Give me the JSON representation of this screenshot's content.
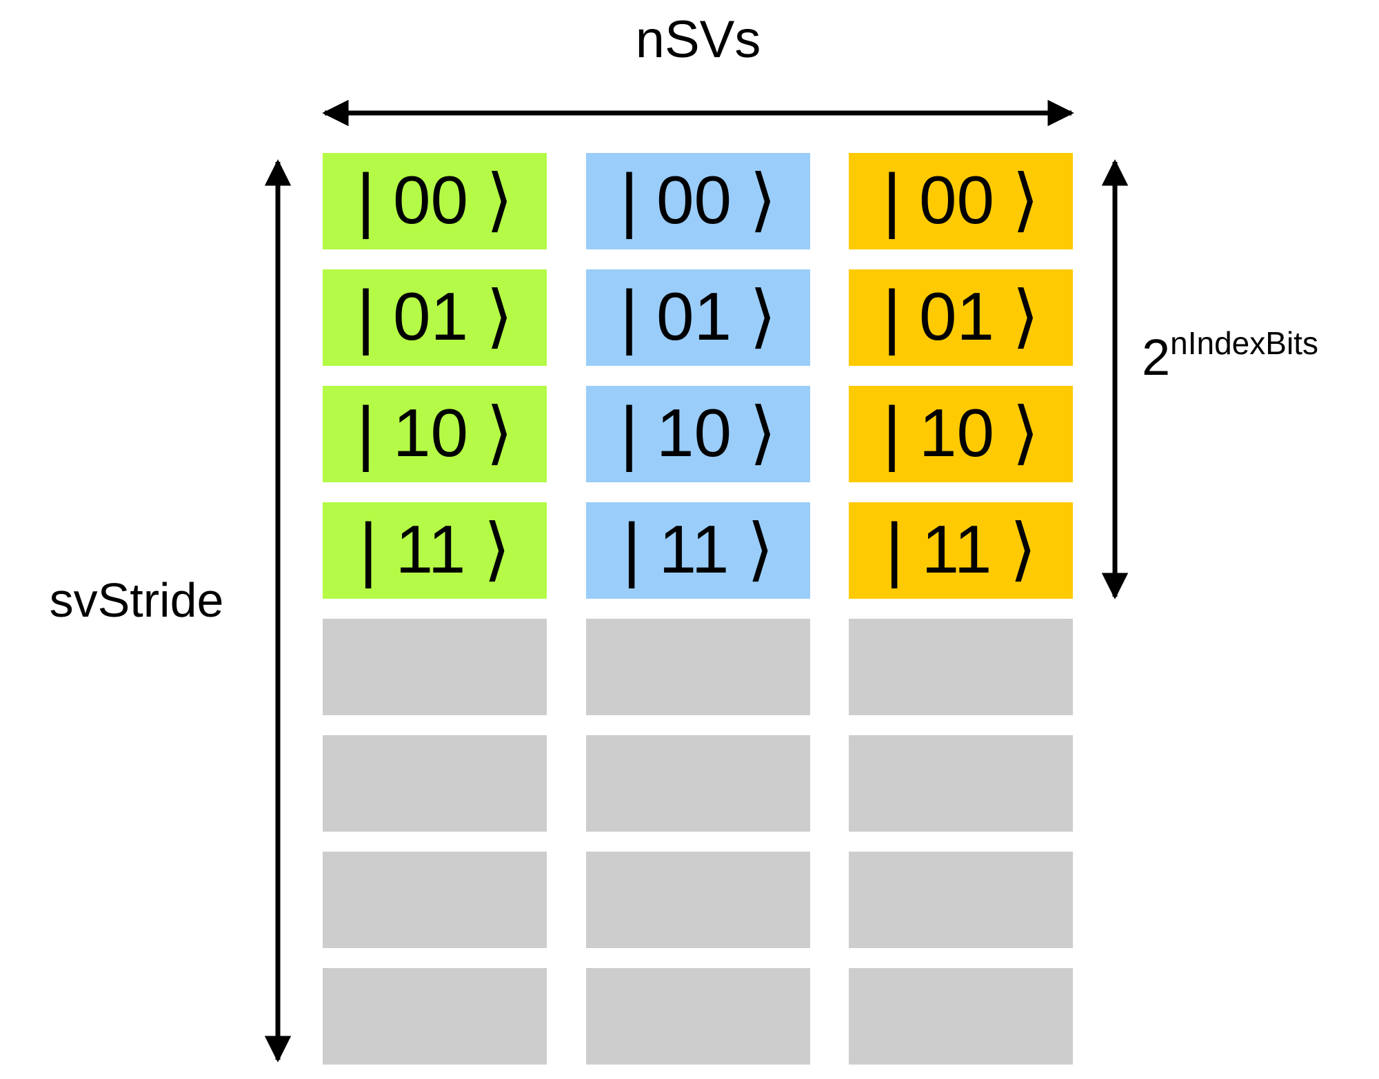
{
  "title": "nSVs",
  "left_label": "svStride",
  "right_label": {
    "base": "2",
    "superscript": "nIndexBits"
  },
  "ket": {
    "bar": "|",
    "rangle": "⟩"
  },
  "grid": {
    "columns": [
      {
        "name": "state-vector-1",
        "color": "#b4fa46",
        "states": [
          "00",
          "01",
          "10",
          "11"
        ]
      },
      {
        "name": "state-vector-2",
        "color": "#9acdf9",
        "states": [
          "00",
          "01",
          "10",
          "11"
        ]
      },
      {
        "name": "state-vector-3",
        "color": "#ffca02",
        "states": [
          "00",
          "01",
          "10",
          "11"
        ]
      }
    ],
    "empty_rows_per_column": 4,
    "empty_color": "#cdcdcd"
  },
  "colors": {
    "background": "#ffffff",
    "arrow": "#000000",
    "text": "#000000",
    "green_column": "#b4fa46",
    "blue_column": "#9acdf9",
    "orange_column": "#ffca02",
    "empty_cell": "#cdcdcd"
  }
}
